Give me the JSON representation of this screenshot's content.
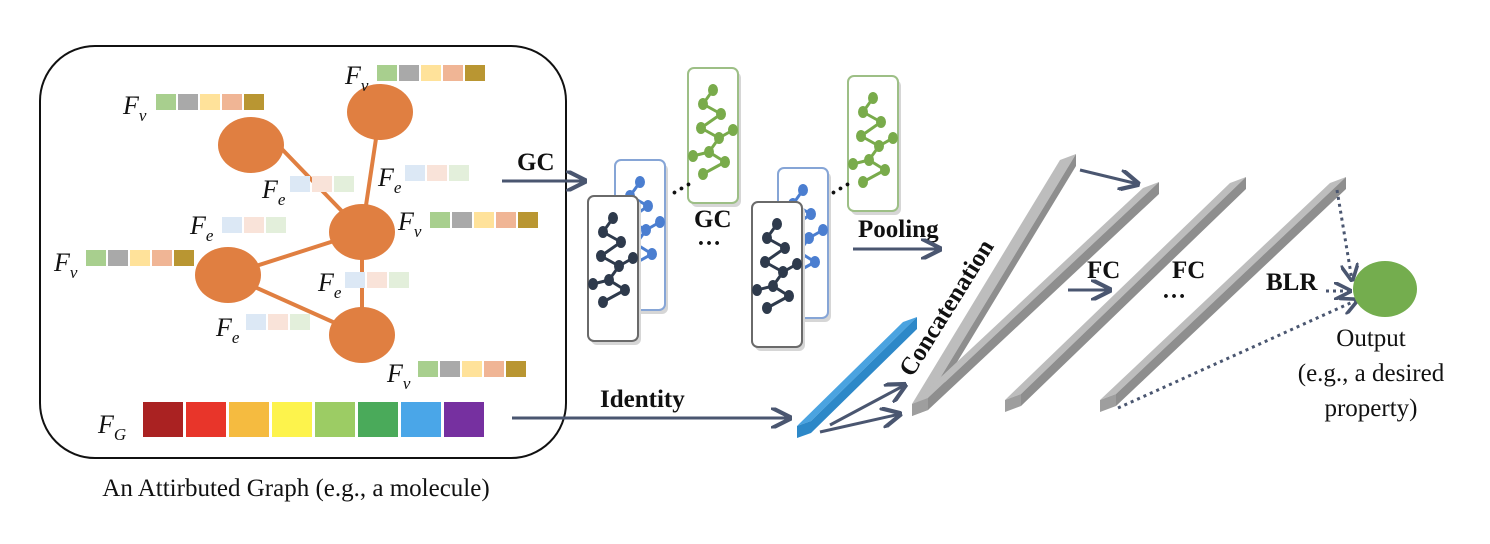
{
  "graph_box": {
    "caption": "An Attirbuted Graph (e.g., a molecule)",
    "node_label": "F",
    "node_sub": "v",
    "edge_label": "F",
    "edge_sub": "e",
    "graph_label": "F",
    "graph_sub": "G"
  },
  "pipeline": {
    "gc1": "GC",
    "gc2": "GC",
    "ellipsis": "…",
    "ellipsis_dots": "⋯",
    "pooling": "Pooling",
    "identity": "Identity",
    "concatenation": "Concatenation",
    "fc1": "FC",
    "fc2": "FC",
    "blr": "BLR",
    "output_lines": [
      "Output",
      "(e.g., a desired",
      "property)"
    ]
  },
  "colors": {
    "node": "#e07f41",
    "edge": "#e07f41",
    "arrow": "#4a5670",
    "layer_gray": "#b5b5b5",
    "layer_blue": "#4aa3e0",
    "output_node": "#74ad4e",
    "node_feature": [
      "#a8cf8e",
      "#a9a9a9",
      "#ffe29a",
      "#f0b595",
      "#b99632"
    ],
    "edge_feature": [
      "#dce8f5",
      "#f9e3d9",
      "#e3efdb"
    ],
    "graph_feature": [
      "#aa2222",
      "#e8352a",
      "#f5bb40",
      "#fdf34c",
      "#9ccc64",
      "#4aaa5a",
      "#4aa6e8",
      "#7630a0"
    ]
  }
}
